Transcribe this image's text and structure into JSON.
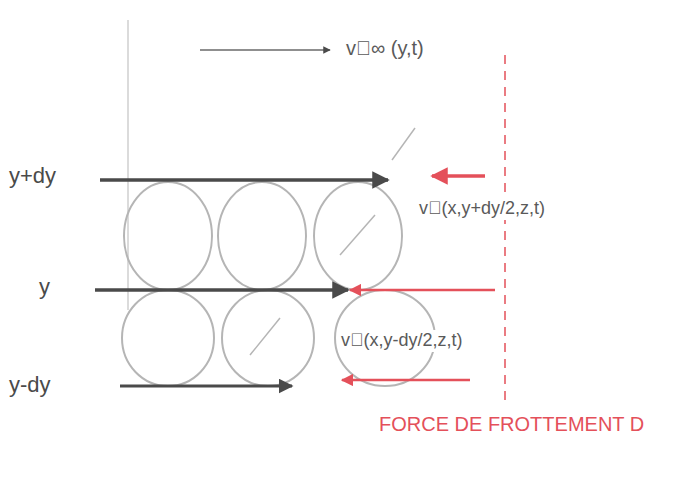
{
  "diagram": {
    "labels": [
      "v⃗∞ (y,t)",
      "y+dy",
      "y",
      "y-dy",
      "v⃗(x,y+dy/2,z,t)",
      "v⃗(x,y-dy/2,z,t)",
      "FORCE DE FROTTEMENT D"
    ]
  }
}
